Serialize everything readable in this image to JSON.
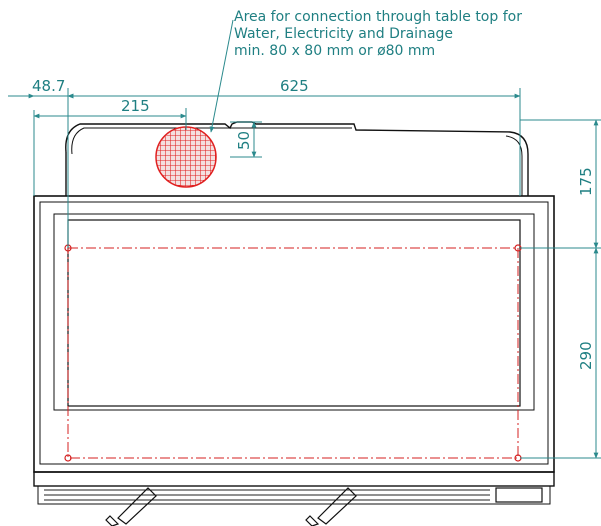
{
  "note": {
    "line1": "Area for connection through table top for",
    "line2": "Water, Electricity and Drainage",
    "line3": "min. 80 x 80 mm or ø80 mm"
  },
  "dimensions": {
    "offset_left": "48.7",
    "width_total": "625",
    "to_area": "215",
    "area_depth": "50",
    "depth_top": "175",
    "hole_spacing": "290"
  },
  "colors": {
    "dimension": "#1f7f82",
    "connection_area": "#e02020",
    "outline": "#111111"
  }
}
